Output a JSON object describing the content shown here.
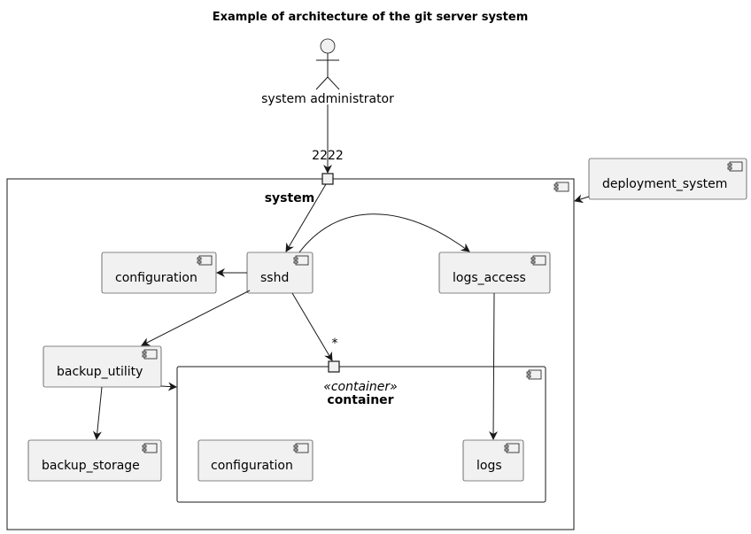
{
  "diagram": {
    "title": "Example of architecture of the git server system",
    "actor": {
      "label": "system administrator"
    },
    "port_labels": {
      "system_port": "2222",
      "container_port": "*"
    },
    "containers": {
      "system": {
        "label": "system"
      },
      "container": {
        "stereotype": "«container»",
        "label": "container"
      }
    },
    "components": {
      "deployment_system": "deployment_system",
      "configuration_system": "configuration",
      "sshd": "sshd",
      "logs_access": "logs_access",
      "backup_utility": "backup_utility",
      "backup_storage": "backup_storage",
      "configuration_container": "configuration",
      "logs": "logs"
    },
    "colors": {
      "component_fill": "#f1f1f1",
      "line": "#181818",
      "background": "#ffffff"
    }
  }
}
